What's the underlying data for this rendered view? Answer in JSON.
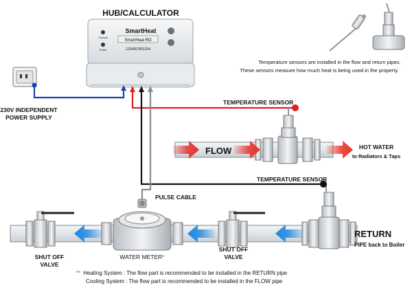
{
  "hub": {
    "title": "HUB/CALCULATOR",
    "brand": "SmartHeat",
    "model": "SmartHeat RO",
    "serial": "1234567891234",
    "led_labels": [
      "Comms",
      "Pulse"
    ]
  },
  "labels": {
    "power_supply": [
      "230V INDEPENDENT",
      "POWER SUPPLY"
    ],
    "temp_sensor_flow": "TEMPERATURE SENSOR",
    "temp_sensor_return": "TEMPERATURE SENSOR",
    "flow": "FLOW",
    "hot_water": [
      "HOT WATER",
      "to Radiators & Taps"
    ],
    "pulse_cable": "PULSE CABLE",
    "return": "RETURN",
    "return_sub": "PIPE back to Boiler",
    "shut_off_left": [
      "SHUT OFF",
      "VALVE"
    ],
    "shut_off_right": [
      "SHUT OFF",
      "VALVE"
    ],
    "water_meter": "WATER METER",
    "water_meter_mark": "*"
  },
  "sensor_note": {
    "line1": "Temperature sensors are installed in the flow and return pipes.",
    "line2": "These sensors measure how much heat is being used in the property."
  },
  "footnote": {
    "mark": "**",
    "line1": "Heating System : The flow part is recommended to be installed in the RETURN pipe",
    "line2": "Cooling System : The flow part is recommended to be installed in the FLOW pipe"
  },
  "colors": {
    "flow_arrow": "#e8312a",
    "return_arrow": "#1e88e0",
    "power_cable": "#1a3fb4",
    "flow_cable": "#e02020",
    "return_cable": "#111111",
    "pulse_cable": "#8a8a8a"
  }
}
